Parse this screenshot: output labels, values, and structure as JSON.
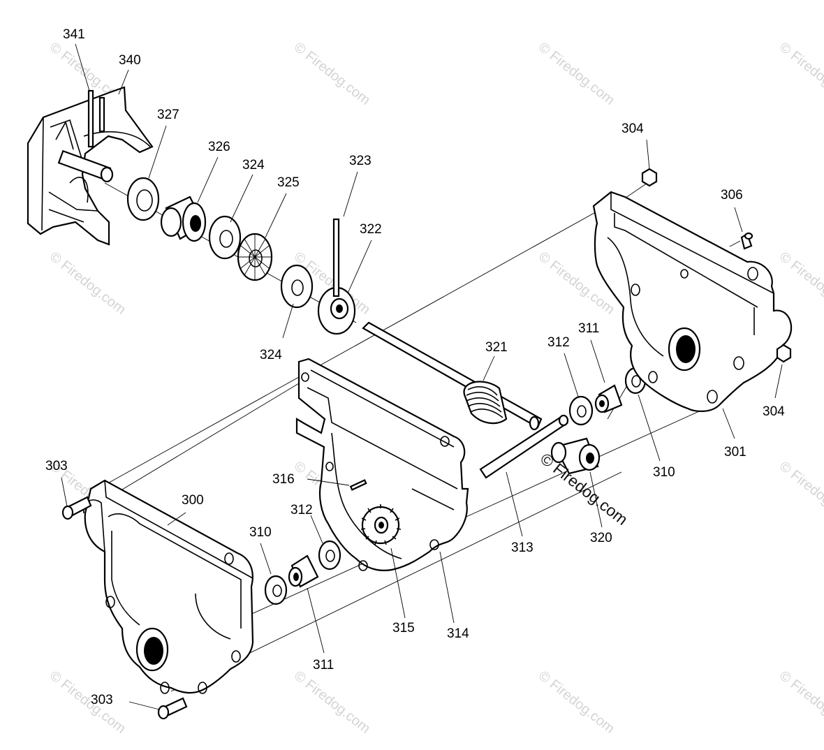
{
  "diagram": {
    "labels": {
      "p300": "300",
      "p301": "301",
      "p303a": "303",
      "p303b": "303",
      "p304a": "304",
      "p304b": "304",
      "p306": "306",
      "p310a": "310",
      "p310b": "310",
      "p311a": "311",
      "p311b": "311",
      "p312a": "312",
      "p312b": "312",
      "p313": "313",
      "p314": "314",
      "p315": "315",
      "p316": "316",
      "p320": "320",
      "p321": "321",
      "p322": "322",
      "p323": "323",
      "p324a": "324",
      "p324b": "324",
      "p325": "325",
      "p326": "326",
      "p327": "327",
      "p340": "340",
      "p341": "341"
    },
    "watermark": "© Firedog.com"
  }
}
